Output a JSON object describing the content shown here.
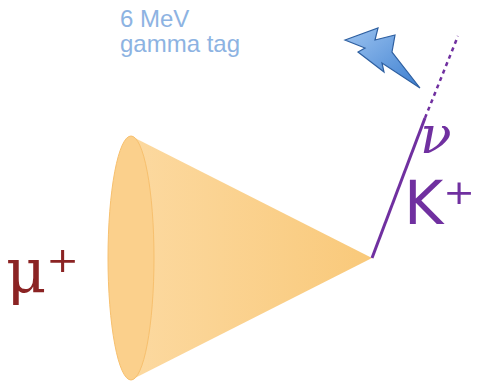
{
  "diagram": {
    "labels": [
      "6 MeV gamma tag",
      "μ⁺",
      "ν",
      "K⁺"
    ]
  }
}
